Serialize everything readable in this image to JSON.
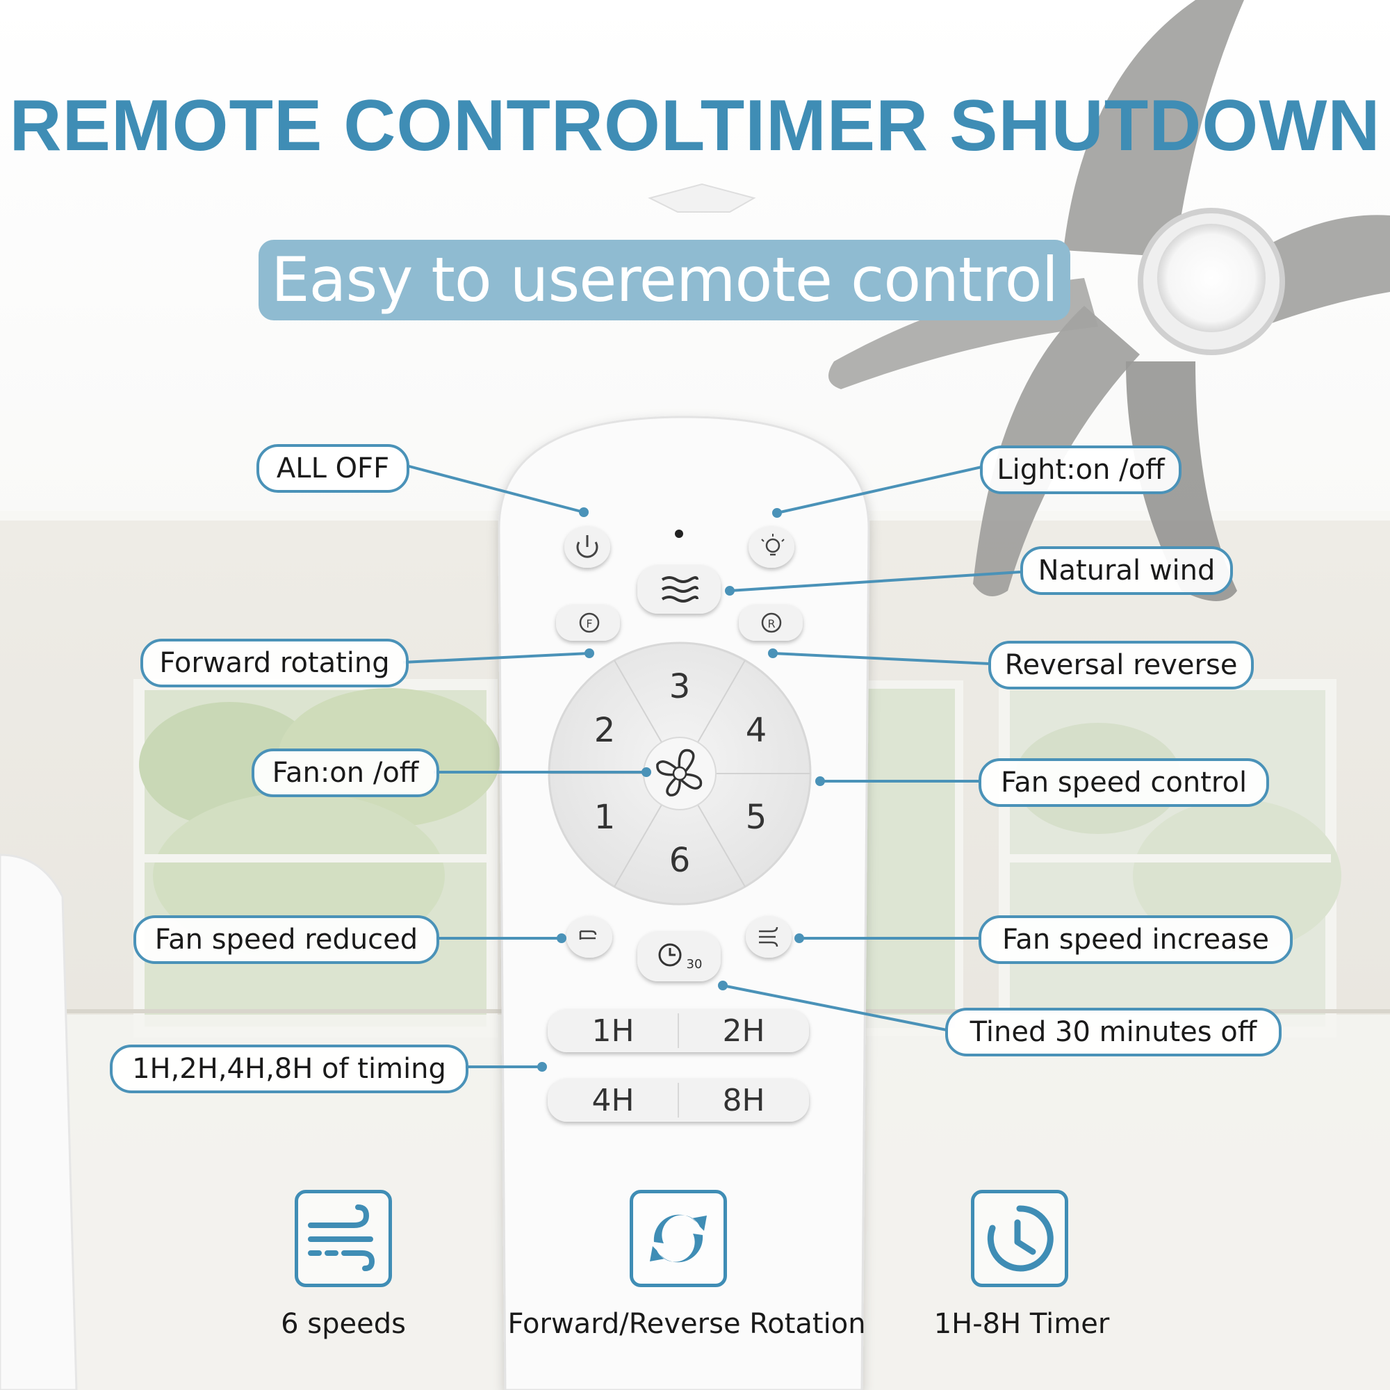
{
  "title": "REMOTE CONTROLTIMER SHUTDOWN",
  "subtitle": "Easy to useremote control",
  "callouts": {
    "all_off": "ALL OFF",
    "light": "Light:on /off",
    "natural_wind": "Natural wind",
    "forward": "Forward rotating",
    "reverse": "Reversal reverse",
    "fan_onoff": "Fan:on /off",
    "fan_speed_control": "Fan speed control",
    "speed_reduced": "Fan speed reduced",
    "speed_increase": "Fan speed increase",
    "timer30": "Tined 30 minutes off",
    "timing": "1H,2H,4H,8H of timing"
  },
  "remote": {
    "speed_numbers": [
      "1",
      "2",
      "3",
      "4",
      "5",
      "6"
    ],
    "timer_buttons": [
      "1H",
      "2H",
      "4H",
      "8H"
    ],
    "timer30_sub": "30"
  },
  "features": [
    {
      "label": "6 speeds",
      "icon": "wind-icon"
    },
    {
      "label": "Forward/Reverse Rotation",
      "icon": "rotation-arrows-icon"
    },
    {
      "label": "1H-8H Timer",
      "icon": "clock-icon"
    }
  ],
  "colors": {
    "accent": "#3f8db5",
    "banner": "#8fbbd1",
    "callout_border": "#4a92b8"
  }
}
